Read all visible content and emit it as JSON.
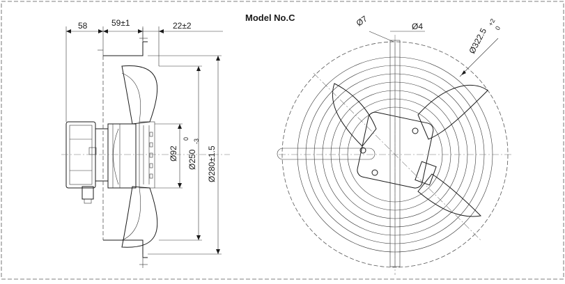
{
  "title": "Model No.C",
  "dimensions": {
    "d58": "58",
    "d59": "59±1",
    "d22": "22±2",
    "d92": "Ø92",
    "d250": "Ø250",
    "d250_tol_upper": "0",
    "d250_tol_lower": "-3",
    "d280": "Ø280±1.5",
    "d7": "Ø7",
    "d4": "Ø4",
    "d322": "Ø322.5",
    "d322_tol_upper": "+2",
    "d322_tol_lower": "0"
  },
  "colors": {
    "line": "#1a1a1a",
    "background": "#ffffff"
  }
}
